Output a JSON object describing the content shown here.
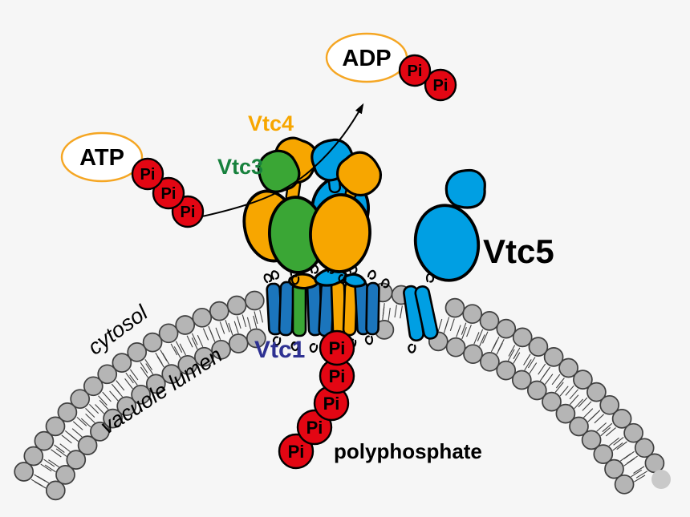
{
  "palette": {
    "background": "#F6F6F6",
    "orange": "#F7A600",
    "green": "#3AA635",
    "cyan": "#009FE3",
    "blue": "#1B75BC",
    "red": "#E30613",
    "membrane_gray": "#B5B5B5",
    "membrane_outline": "#3F3F3F",
    "atp_ellipse_outline": "#F5A623",
    "black": "#000000"
  },
  "labels": {
    "pi": "Pi",
    "cytosol": "cytosol",
    "vacuole_lumen": "vacuole lumen",
    "polyphosphate": "polyphosphate"
  },
  "proteins": {
    "vtc1": {
      "label": "Vtc1",
      "color": "#2E3192"
    },
    "vtc3": {
      "label": "Vtc3",
      "color": "#17813D"
    },
    "vtc4": {
      "label": "Vtc4",
      "color": "#F7A600"
    },
    "vtc5": {
      "label": "Vtc5",
      "color": "#000000"
    }
  },
  "molecules": {
    "atp": {
      "label": "ATP",
      "pi_count": 3
    },
    "adp": {
      "label": "ADP",
      "pi_count": 2
    },
    "polyphosphate_chain": {
      "pi_count": 5
    }
  }
}
